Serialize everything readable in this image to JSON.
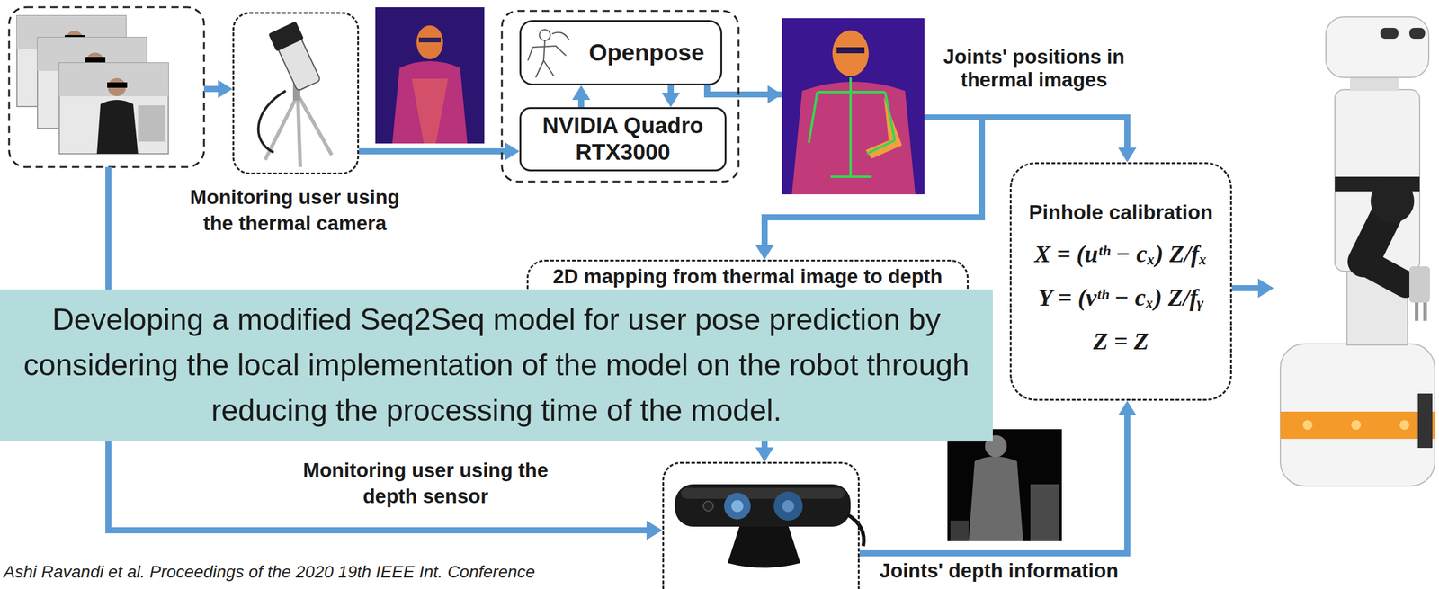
{
  "diagram": {
    "nodes": [
      {
        "text": [
          "Monitoring user using the thermal camera"
        ]
      },
      {
        "text": [
          "Openpose"
        ]
      },
      {
        "text": [
          "NVIDIA Quadro RTX3000"
        ]
      },
      {
        "text": [
          "Pinhole calibration",
          "X = (uᵗʰ − cₓ) Z/fₓ",
          "Y = (vᵗʰ − cₓ) Z/fᵧ",
          "Z = Z"
        ]
      },
      {
        "text": [
          "2D mapping from thermal image to depth"
        ]
      },
      {
        "text": [
          "Developing a modified Seq2Seq model for user pose prediction by considering the local implementation of the model on the robot through reducing the processing time of the model."
        ]
      },
      {
        "text": [
          "Monitoring user using the depth sensor"
        ]
      }
    ],
    "edges": [
      {
        "from": 0,
        "to": 2,
        "arrow": "to"
      },
      {
        "from": 2,
        "to": 1,
        "arrow": "to"
      },
      {
        "from": 1,
        "to": 2,
        "arrow": "to"
      },
      {
        "from": 1,
        "to": 3,
        "label": "Joints' positions in thermal images",
        "arrow": "to"
      },
      {
        "from": 1,
        "to": 4,
        "arrow": "to"
      },
      {
        "from": 4,
        "to": 6,
        "arrow": "to"
      },
      {
        "from": 6,
        "to": 3,
        "label": "Joints' depth information",
        "arrow": "to"
      }
    ],
    "labels": [
      "Ashi Ravandi et al. Proceedings of the 2020 19th IEEE Int. Conference"
    ]
  }
}
